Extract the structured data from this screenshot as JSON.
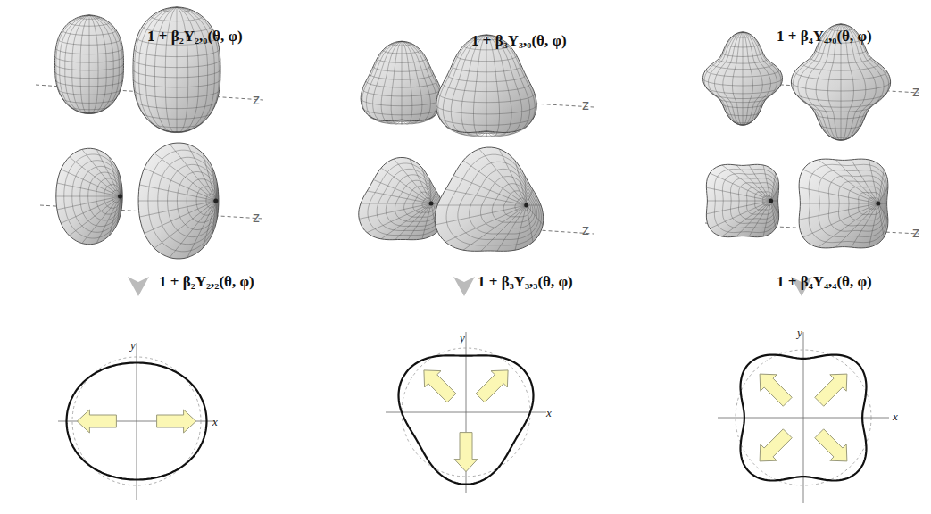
{
  "diagram": {
    "labels": [
      "1 + β₂Y₂,₀(θ, φ)",
      "z",
      "z",
      "1 + β₂Y₂,₂(θ, φ)",
      "y",
      "x",
      "1 + β₃Y₃,₀(θ, φ)",
      "z",
      "z",
      "1 + β₃Y₃,₃(θ, φ)",
      "y",
      "x",
      "1 + β₄Y₄,₀(θ, φ)",
      "z",
      "z",
      "1 + β₄Y₄,₄(θ, φ)",
      "y",
      "x"
    ]
  }
}
